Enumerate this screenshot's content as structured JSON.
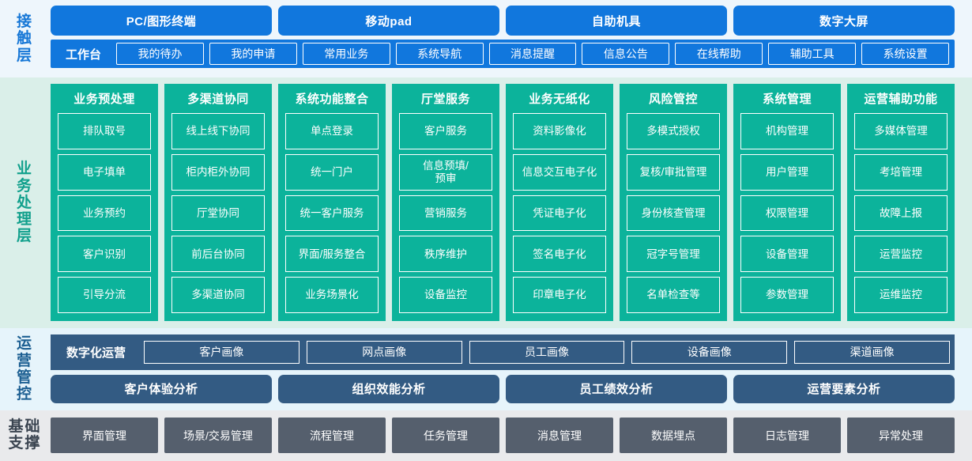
{
  "layers": {
    "contact": {
      "label": "接触层",
      "label_chars": [
        "接",
        "触",
        "层"
      ],
      "channels": [
        "PC/图形终端",
        "移动pad",
        "自助机具",
        "数字大屏"
      ],
      "workbench_title": "工作台",
      "workbench_items": [
        "我的待办",
        "我的申请",
        "常用业务",
        "系统导航",
        "消息提醒",
        "信息公告",
        "在线帮助",
        "辅助工具",
        "系统设置"
      ],
      "color": "#1177dd",
      "bg": "#eef6fc"
    },
    "business": {
      "label": "业务处理层",
      "label_chars": [
        "业",
        "务",
        "处",
        "理",
        "层"
      ],
      "color": "#0cb39b",
      "bg": "#daefe9",
      "columns": [
        {
          "title": "业务预处理",
          "items": [
            "排队取号",
            "电子填单",
            "业务预约",
            "客户识别",
            "引导分流"
          ]
        },
        {
          "title": "多渠道协同",
          "items": [
            "线上线下协同",
            "柜内柜外协同",
            "厅堂协同",
            "前后台协同",
            "多渠道协同"
          ]
        },
        {
          "title": "系统功能整合",
          "items": [
            "单点登录",
            "统一门户",
            "统一客户服务",
            "界面/服务整合",
            "业务场景化"
          ]
        },
        {
          "title": "厅堂服务",
          "items": [
            "客户服务",
            "信息预填/\n预审",
            "营销服务",
            "秩序维护",
            "设备监控"
          ]
        },
        {
          "title": "业务无纸化",
          "items": [
            "资料影像化",
            "信息交互电子化",
            "凭证电子化",
            "签名电子化",
            "印章电子化"
          ]
        },
        {
          "title": "风险管控",
          "items": [
            "多模式授权",
            "复核/审批管理",
            "身份核查管理",
            "冠字号管理",
            "名单检查等"
          ]
        },
        {
          "title": "系统管理",
          "items": [
            "机构管理",
            "用户管理",
            "权限管理",
            "设备管理",
            "参数管理"
          ]
        },
        {
          "title": "运营辅助功能",
          "items": [
            "多媒体管理",
            "考培管理",
            "故障上报",
            "运营监控",
            "运维监控"
          ]
        }
      ]
    },
    "operations": {
      "label": "运营管控",
      "label_chars": [
        "运",
        "营",
        "管",
        "控"
      ],
      "color": "#335b83",
      "bg": "#e6f4fb",
      "digital_title": "数字化运营",
      "portraits": [
        "客户画像",
        "网点画像",
        "员工画像",
        "设备画像",
        "渠道画像"
      ],
      "analyses": [
        "客户体验分析",
        "组织效能分析",
        "员工绩效分析",
        "运营要素分析"
      ]
    },
    "base": {
      "label": "基础支撑",
      "label_chars": [
        "基",
        "础",
        "支",
        "撑"
      ],
      "color": "#555f6d",
      "bg": "#e9eaec",
      "items": [
        "界面管理",
        "场景/交易管理",
        "流程管理",
        "任务管理",
        "消息管理",
        "数据埋点",
        "日志管理",
        "异常处理"
      ]
    }
  }
}
